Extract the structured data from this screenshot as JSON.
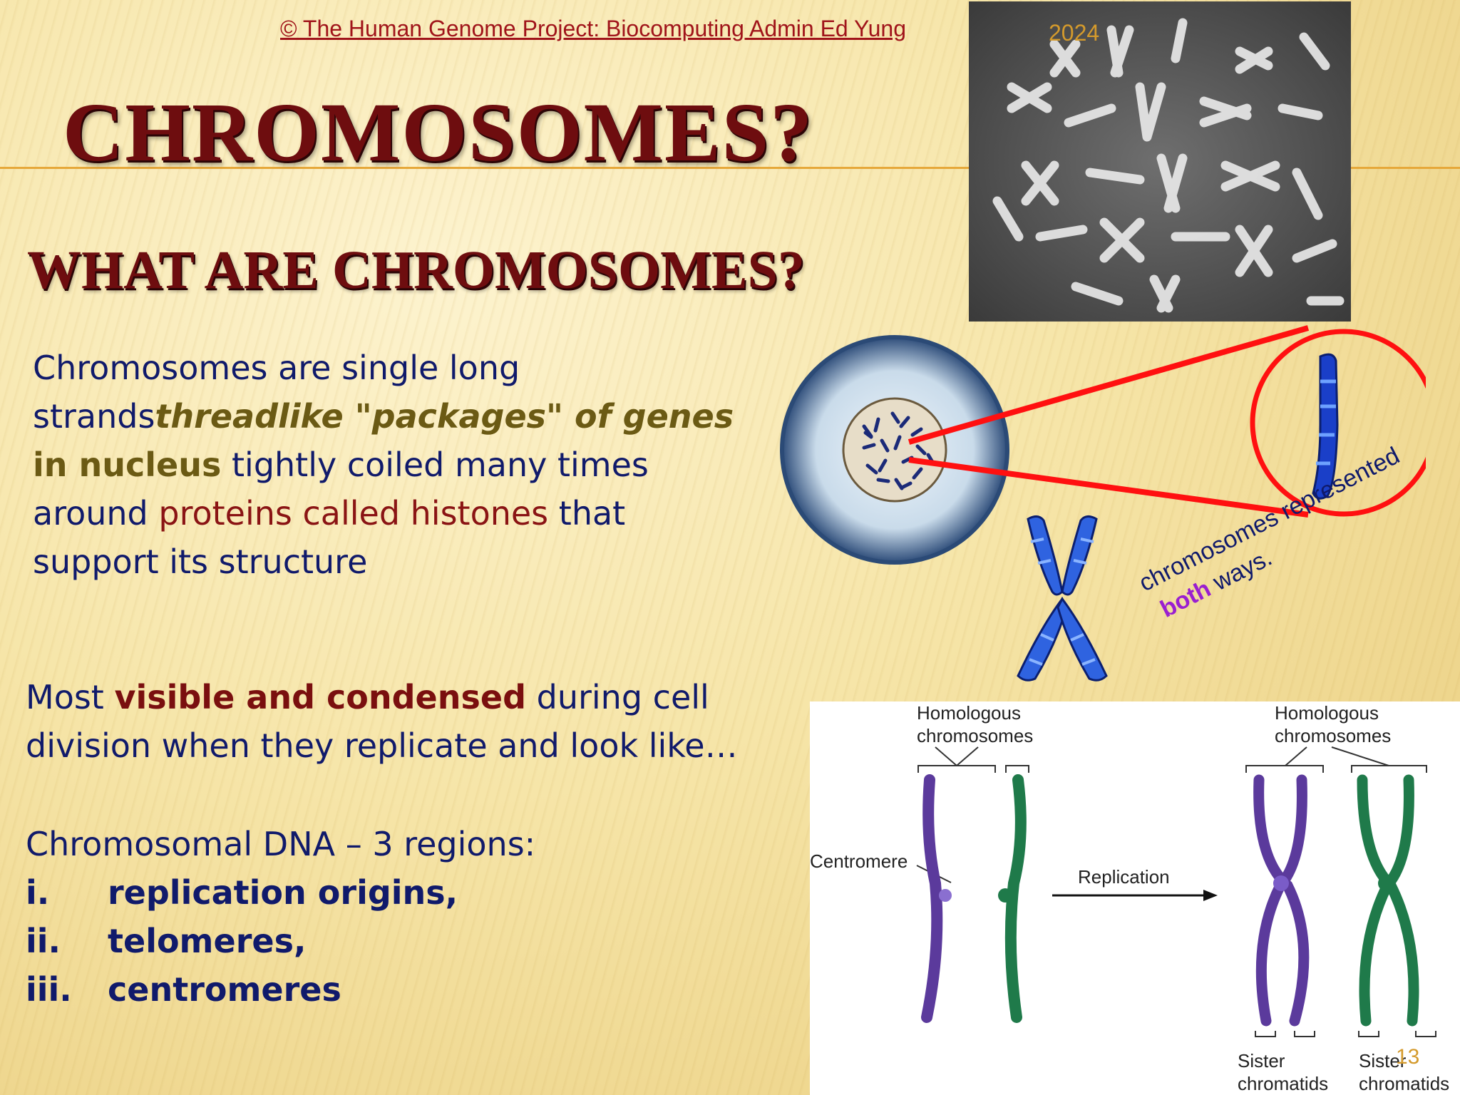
{
  "header": {
    "copyright": "© The Human Genome Project: Biocomputing Admin Ed Yung",
    "title": "CHROMOSOMES?",
    "subtitle": "WHAT ARE CHROMOSOMES?"
  },
  "photo": {
    "year": "2024"
  },
  "para1": {
    "t1": "Chromosomes are single long strands",
    "t2": "threadlike \"packages\" of genes",
    "t3": " in nucleus",
    "t4": " tightly coiled many times around ",
    "t5": "proteins called histones",
    "t6": " that support its structure"
  },
  "para2": {
    "t1": "Most ",
    "t2": "visible and condensed",
    "t3": " during cell division when they replicate and look like…"
  },
  "para3": {
    "heading": "Chromosomal DNA – 3 regions:",
    "items": [
      {
        "num": "i.",
        "text": "replication origins,"
      },
      {
        "num": "ii.",
        "text": "telomeres,"
      },
      {
        "num": "iii.",
        "text": "centromeres"
      }
    ]
  },
  "annotation": {
    "line1": "chromosomes represented",
    "both": "both",
    "line2_rest": " ways."
  },
  "diagram": {
    "homologous_left": [
      "Homologous",
      "chromosomes"
    ],
    "homologous_right": [
      "Homologous",
      "chromosomes"
    ],
    "centromere": "Centromere",
    "replication": "Replication",
    "sister_left": [
      "Sister",
      "chromatids"
    ],
    "sister_right": [
      "Sister",
      "chromatids"
    ]
  },
  "page_number": "13",
  "colors": {
    "title": "#6e0d0f",
    "body_text": "#101a6b",
    "accent_line": "#e6a83a",
    "highlight_red": "#ff1010"
  }
}
